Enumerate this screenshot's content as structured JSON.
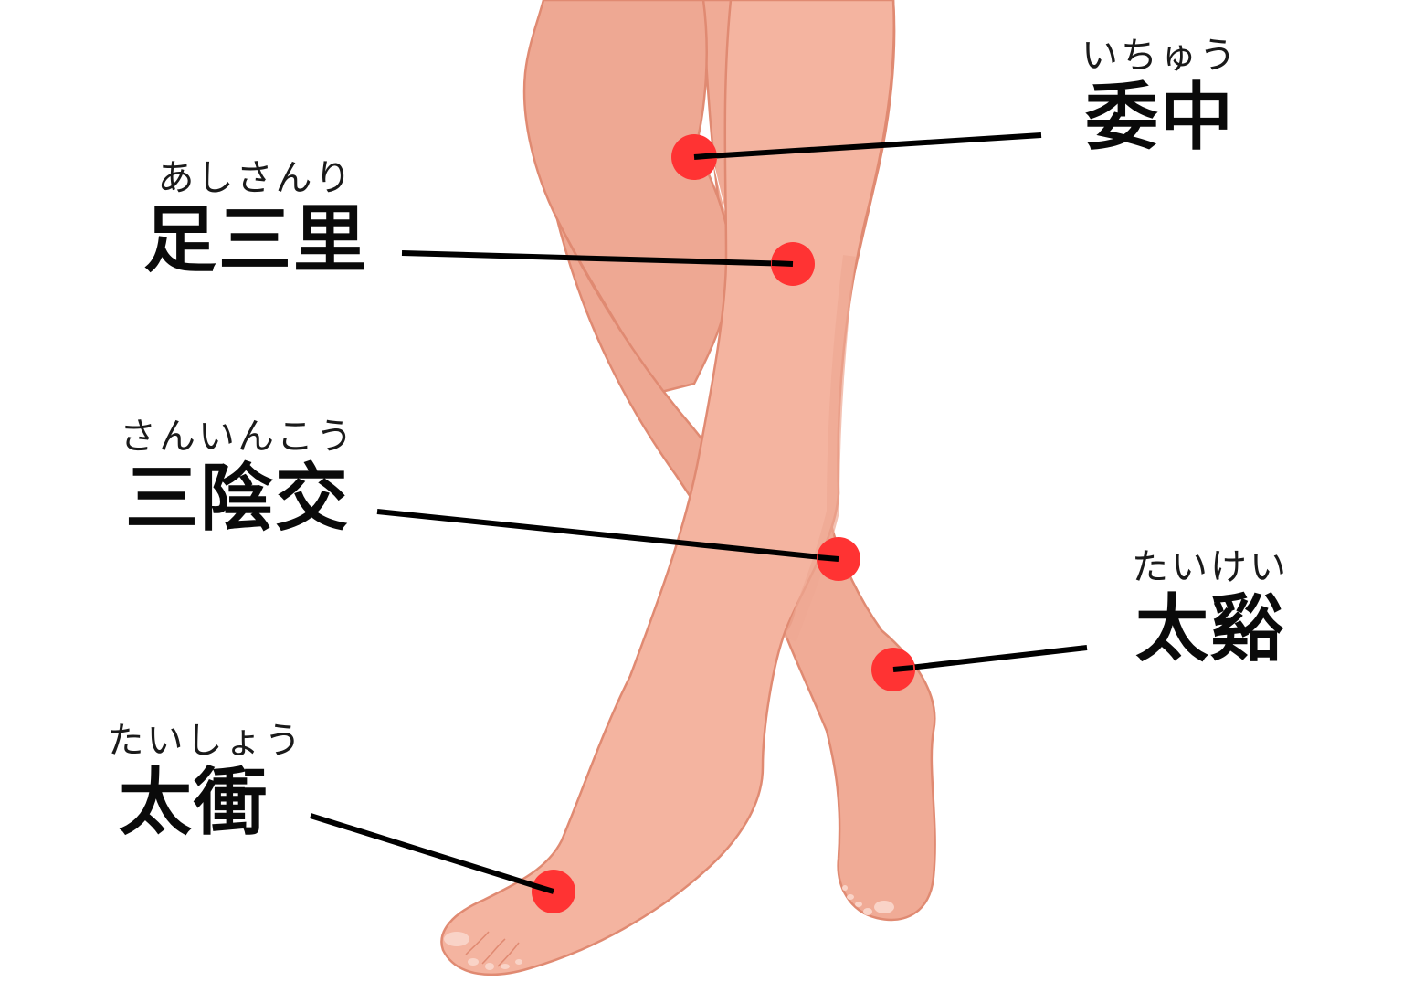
{
  "colors": {
    "skin_light": "#f4b4a0",
    "skin_mid": "#eea893",
    "skin_shadow": "#e49580",
    "outline": "#e08a72",
    "nail": "#f9d3c7",
    "point": "#ff3333",
    "leader_line": "#000000",
    "background": "#ffffff"
  },
  "points": [
    {
      "id": "ichu",
      "kanji": "委中",
      "furigana": "いちゅう",
      "side": "right"
    },
    {
      "id": "ashisanri",
      "kanji": "足三里",
      "furigana": "あしさんり",
      "side": "left"
    },
    {
      "id": "sanninkou",
      "kanji": "三陰交",
      "furigana": "さんいんこう",
      "side": "left"
    },
    {
      "id": "taikei",
      "kanji": "太谿",
      "furigana": "たいけい",
      "side": "right"
    },
    {
      "id": "taishou",
      "kanji": "太衝",
      "furigana": "たいしょう",
      "side": "left"
    }
  ]
}
